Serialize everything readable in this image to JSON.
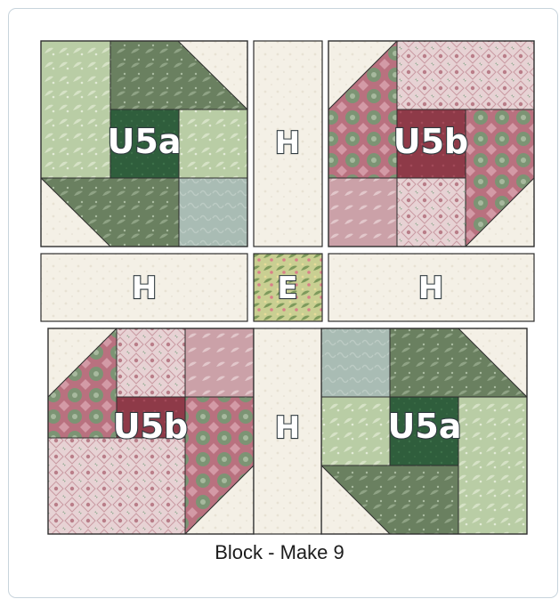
{
  "diagram": {
    "caption": "Block - Make 9",
    "labels": {
      "top_left": "U5a",
      "top_right": "U5b",
      "bottom_left": "U5b",
      "bottom_right": "U5a",
      "sash_top": "H",
      "sash_left": "H",
      "sash_right": "H",
      "sash_bottom": "H",
      "center": "E"
    }
  },
  "colors": {
    "cream": "#f4f0e6",
    "sage_light": "#b9cda5",
    "sage_dark": "#6a8060",
    "forest": "#2f5e3c",
    "teal_gray": "#a9bcb4",
    "blush_pink": "#e7d2d4",
    "rose_pink": "#cba1a8",
    "mauve": "#b9717f",
    "wine": "#8e3a48",
    "center_floral": "#c9cf92",
    "seam": "#2e2e2e"
  }
}
